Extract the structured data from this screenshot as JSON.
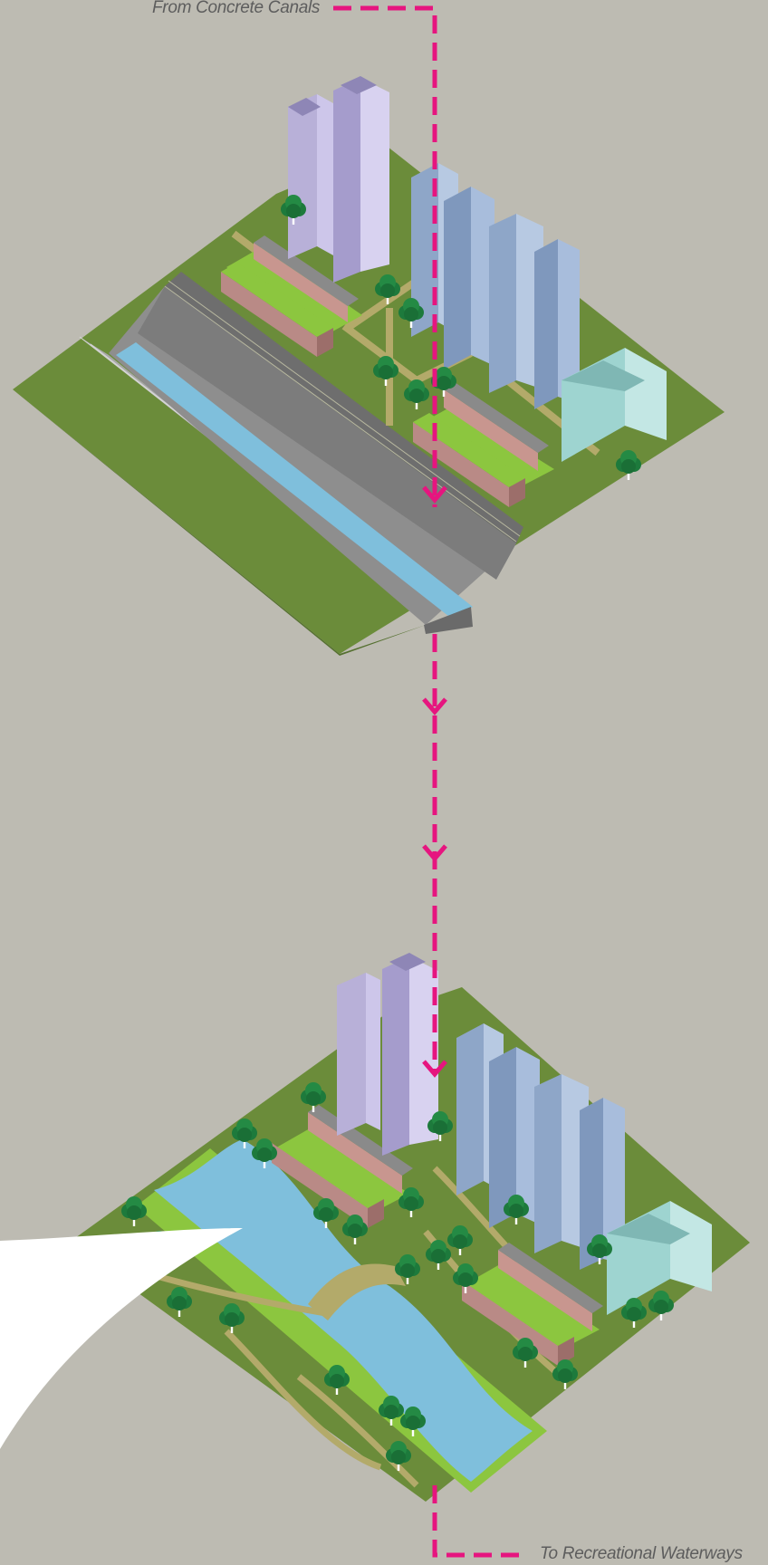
{
  "labels": {
    "from": "From Concrete Canals",
    "to": "To Recreational Waterways"
  },
  "colors": {
    "background": "#bdbbb2",
    "path_magenta": "#e6157f",
    "grass": "#6b8c3a",
    "light_grass": "#8cc63f",
    "water": "#7fbfdc",
    "concrete": "#8c8c8c",
    "tower_lavender": "#b8b0d8",
    "tower_blue": "#8ea6c8",
    "tower_teal": "#9ed4d0",
    "slab_building": "#b98a86",
    "tree": "#1f7a3c",
    "path_tan": "#b3aa6a"
  },
  "scenes": [
    {
      "name": "concrete-canal-scene",
      "features": [
        "concrete-canal",
        "fence",
        "tower-blocks",
        "slab-buildings",
        "trees"
      ]
    },
    {
      "name": "recreational-waterway-scene",
      "features": [
        "natural-river",
        "green-banks",
        "footpaths",
        "bridge",
        "tower-blocks",
        "slab-buildings",
        "trees"
      ]
    }
  ]
}
